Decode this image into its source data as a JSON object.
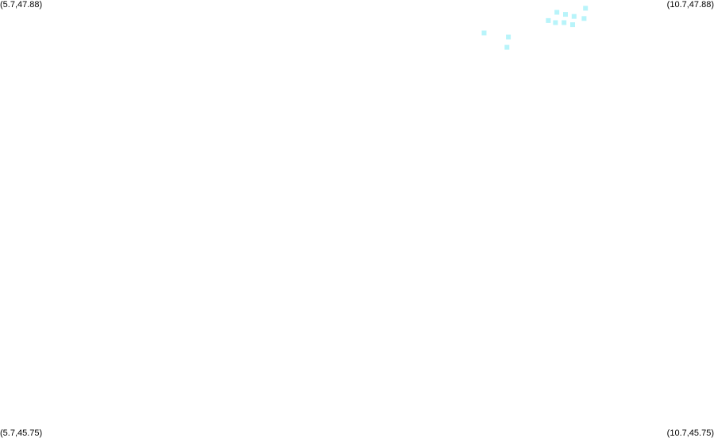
{
  "corners": {
    "top_left": "(5.7,47.88)",
    "top_right": "(10.7,47.88)",
    "bottom_left": "(5.7,45.75)",
    "bottom_right": "(10.7,45.75)"
  },
  "extent": {
    "lon_min": 5.7,
    "lon_max": 10.7,
    "lat_min": 45.75,
    "lat_max": 47.88
  },
  "point_color": "#b8f4fa",
  "points": [
    {
      "lon": 9.09,
      "lat": 47.72
    },
    {
      "lon": 9.26,
      "lat": 47.7
    },
    {
      "lon": 9.25,
      "lat": 47.65
    },
    {
      "lon": 9.54,
      "lat": 47.78
    },
    {
      "lon": 9.6,
      "lat": 47.82
    },
    {
      "lon": 9.59,
      "lat": 47.77
    },
    {
      "lon": 9.66,
      "lat": 47.81
    },
    {
      "lon": 9.65,
      "lat": 47.77
    },
    {
      "lon": 9.72,
      "lat": 47.8
    },
    {
      "lon": 9.71,
      "lat": 47.76
    },
    {
      "lon": 9.79,
      "lat": 47.79
    },
    {
      "lon": 9.8,
      "lat": 47.84
    }
  ]
}
